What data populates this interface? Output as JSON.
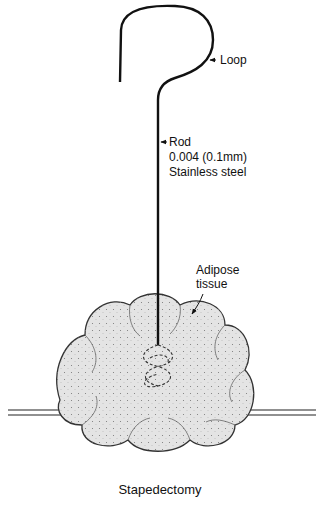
{
  "diagram": {
    "caption": "Stapedectomy",
    "labels": [
      "Loop",
      "Rod",
      "0.004 (0.1mm)",
      "Stainless steel",
      "Adipose tissue"
    ]
  }
}
